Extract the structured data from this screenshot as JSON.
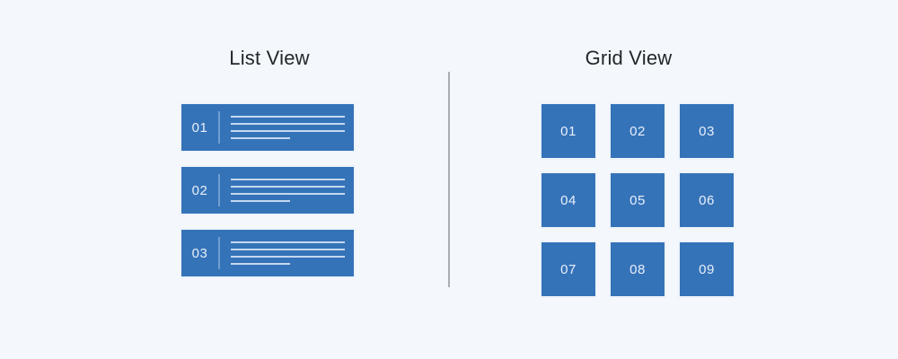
{
  "theme": {
    "background": "#f4f8fd",
    "accent_blue": "#3573b9",
    "line_blue": "#c4d8ee",
    "divider_gray": "#a8adb3",
    "title_color": "#23272b",
    "number_color": "#e8eff8"
  },
  "panels": {
    "list": {
      "title": "List View",
      "items": [
        {
          "number": "01",
          "lines": [
            100,
            100,
            100,
            52
          ]
        },
        {
          "number": "02",
          "lines": [
            100,
            100,
            100,
            52
          ]
        },
        {
          "number": "03",
          "lines": [
            100,
            100,
            100,
            52
          ]
        }
      ]
    },
    "grid": {
      "title": "Grid View",
      "cells": [
        {
          "number": "01"
        },
        {
          "number": "02"
        },
        {
          "number": "03"
        },
        {
          "number": "04"
        },
        {
          "number": "05"
        },
        {
          "number": "06"
        },
        {
          "number": "07"
        },
        {
          "number": "08"
        },
        {
          "number": "09"
        }
      ]
    }
  }
}
